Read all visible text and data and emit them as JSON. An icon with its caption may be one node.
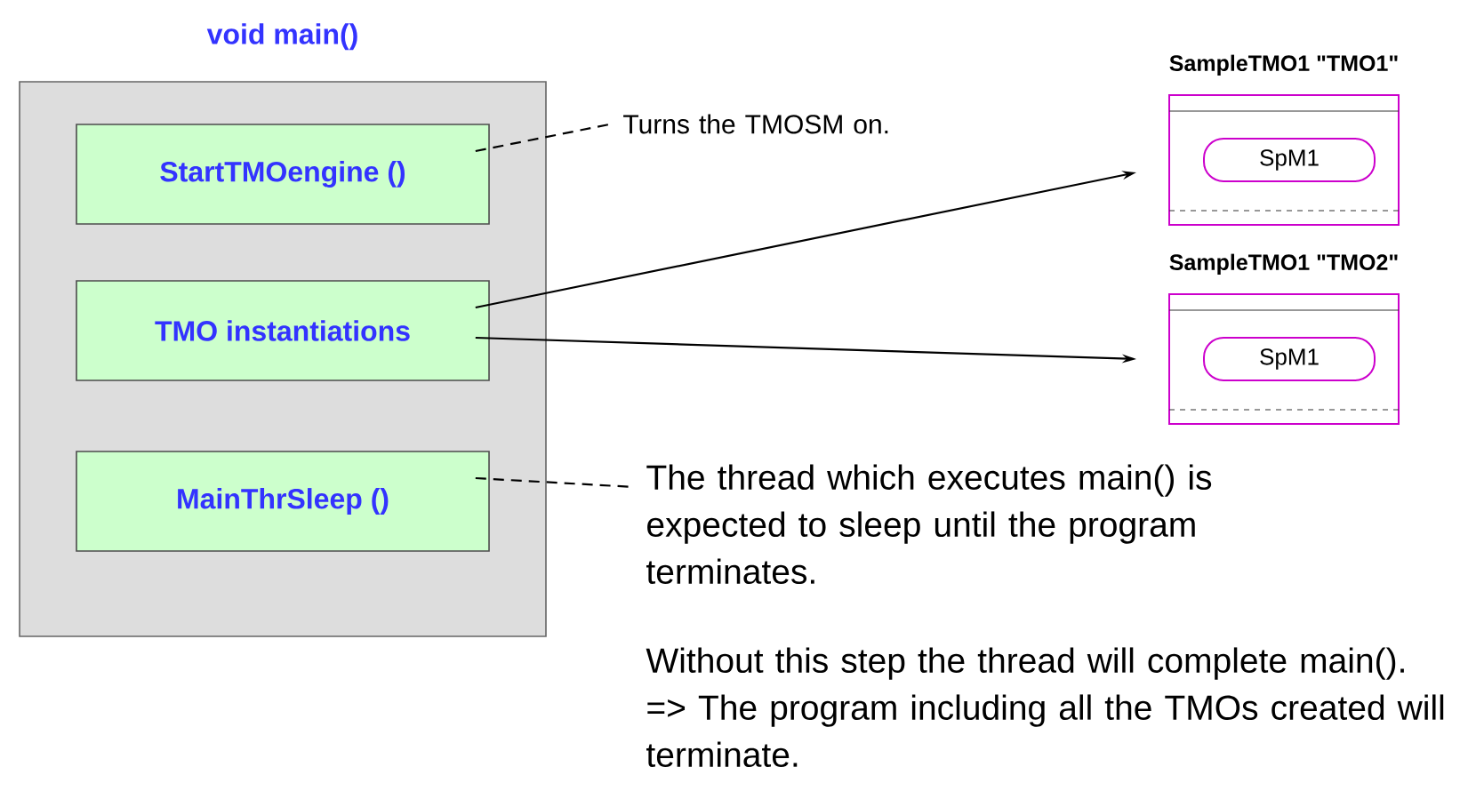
{
  "diagram": {
    "nodes": [
      {
        "text": [
          "void main()"
        ]
      },
      {
        "text": [
          "StartTMOengine ()"
        ],
        "in": 0
      },
      {
        "text": [
          "TMO instantiations"
        ],
        "in": 0
      },
      {
        "text": [
          "MainThrSleep ()"
        ],
        "in": 0
      },
      {
        "text": [
          "Turns the TMOSM on."
        ]
      },
      {
        "text": [
          "SampleTMO1  \"TMO1\""
        ]
      },
      {
        "text": [
          "SpM1"
        ],
        "in": 5
      },
      {
        "text": [
          "SampleTMO1  \"TMO2\""
        ]
      },
      {
        "text": [
          "SpM1"
        ],
        "in": 7
      },
      {
        "text": [
          "The thread which executes main() is expected to sleep until the program terminates."
        ]
      }
    ],
    "edges": [
      {
        "from": 1,
        "to": 4,
        "arrow": "none",
        "style": "dashed"
      },
      {
        "from": 2,
        "to": 5,
        "arrow": "to"
      },
      {
        "from": 2,
        "to": 7,
        "arrow": "to"
      },
      {
        "from": 3,
        "to": 9,
        "arrow": "none",
        "style": "dashed"
      }
    ],
    "labels": [
      "Without this step the thread will complete main().  => The program including all the TMOs created will terminate."
    ]
  }
}
